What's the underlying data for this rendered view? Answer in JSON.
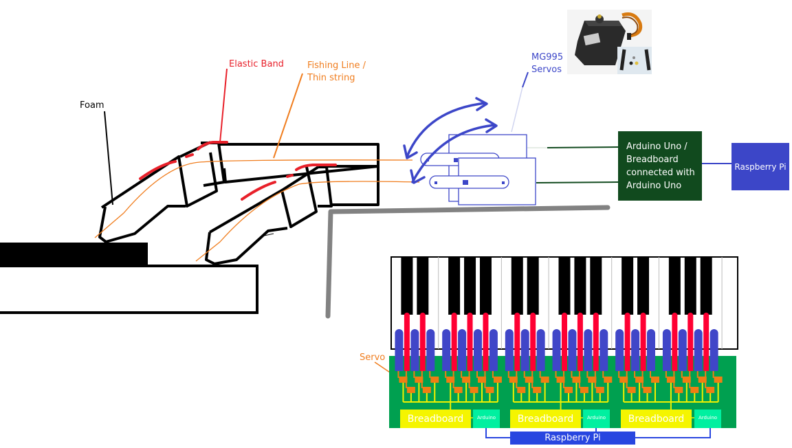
{
  "labels": {
    "foam": "Foam",
    "elastic_band": "Elastic Band",
    "fishing_line": "Fishing Line /\nThin string",
    "servos": "MG995\nServos",
    "servo_small": "Servo"
  },
  "boxes": {
    "arduino_main": "Arduino Uno /\nBreadboard\nconnected with\nArduino Uno",
    "raspberry_pi_top": "Raspberry Pi",
    "raspberry_pi_bottom": "Raspberry Pi"
  },
  "board": {
    "groups": [
      {
        "breadboard": "Breadboard",
        "arduino": "Arduino"
      },
      {
        "breadboard": "Breadboard",
        "arduino": "Arduino"
      },
      {
        "breadboard": "Breadboard",
        "arduino": "Arduino"
      }
    ]
  },
  "keyboard": {
    "white_keys": 22,
    "black_key_groups": [
      2,
      3,
      2,
      3,
      2,
      3
    ]
  },
  "photo": {
    "icon": "servo-photo"
  },
  "colors": {
    "elastic": "#e8202a",
    "string": "#f07d1e",
    "servo_blue": "#3c46c8",
    "arduino_green": "#114a1e",
    "rpi_blue": "#3c46c8",
    "board_green": "#00a050",
    "breadboard_yellow": "#f5f500",
    "arduino_mint": "#00f0a0",
    "pillar_blue": "#4046c8",
    "pillar_red": "#ff0033",
    "servo_orange": "#f07d14",
    "shelf_grey": "#828282"
  }
}
